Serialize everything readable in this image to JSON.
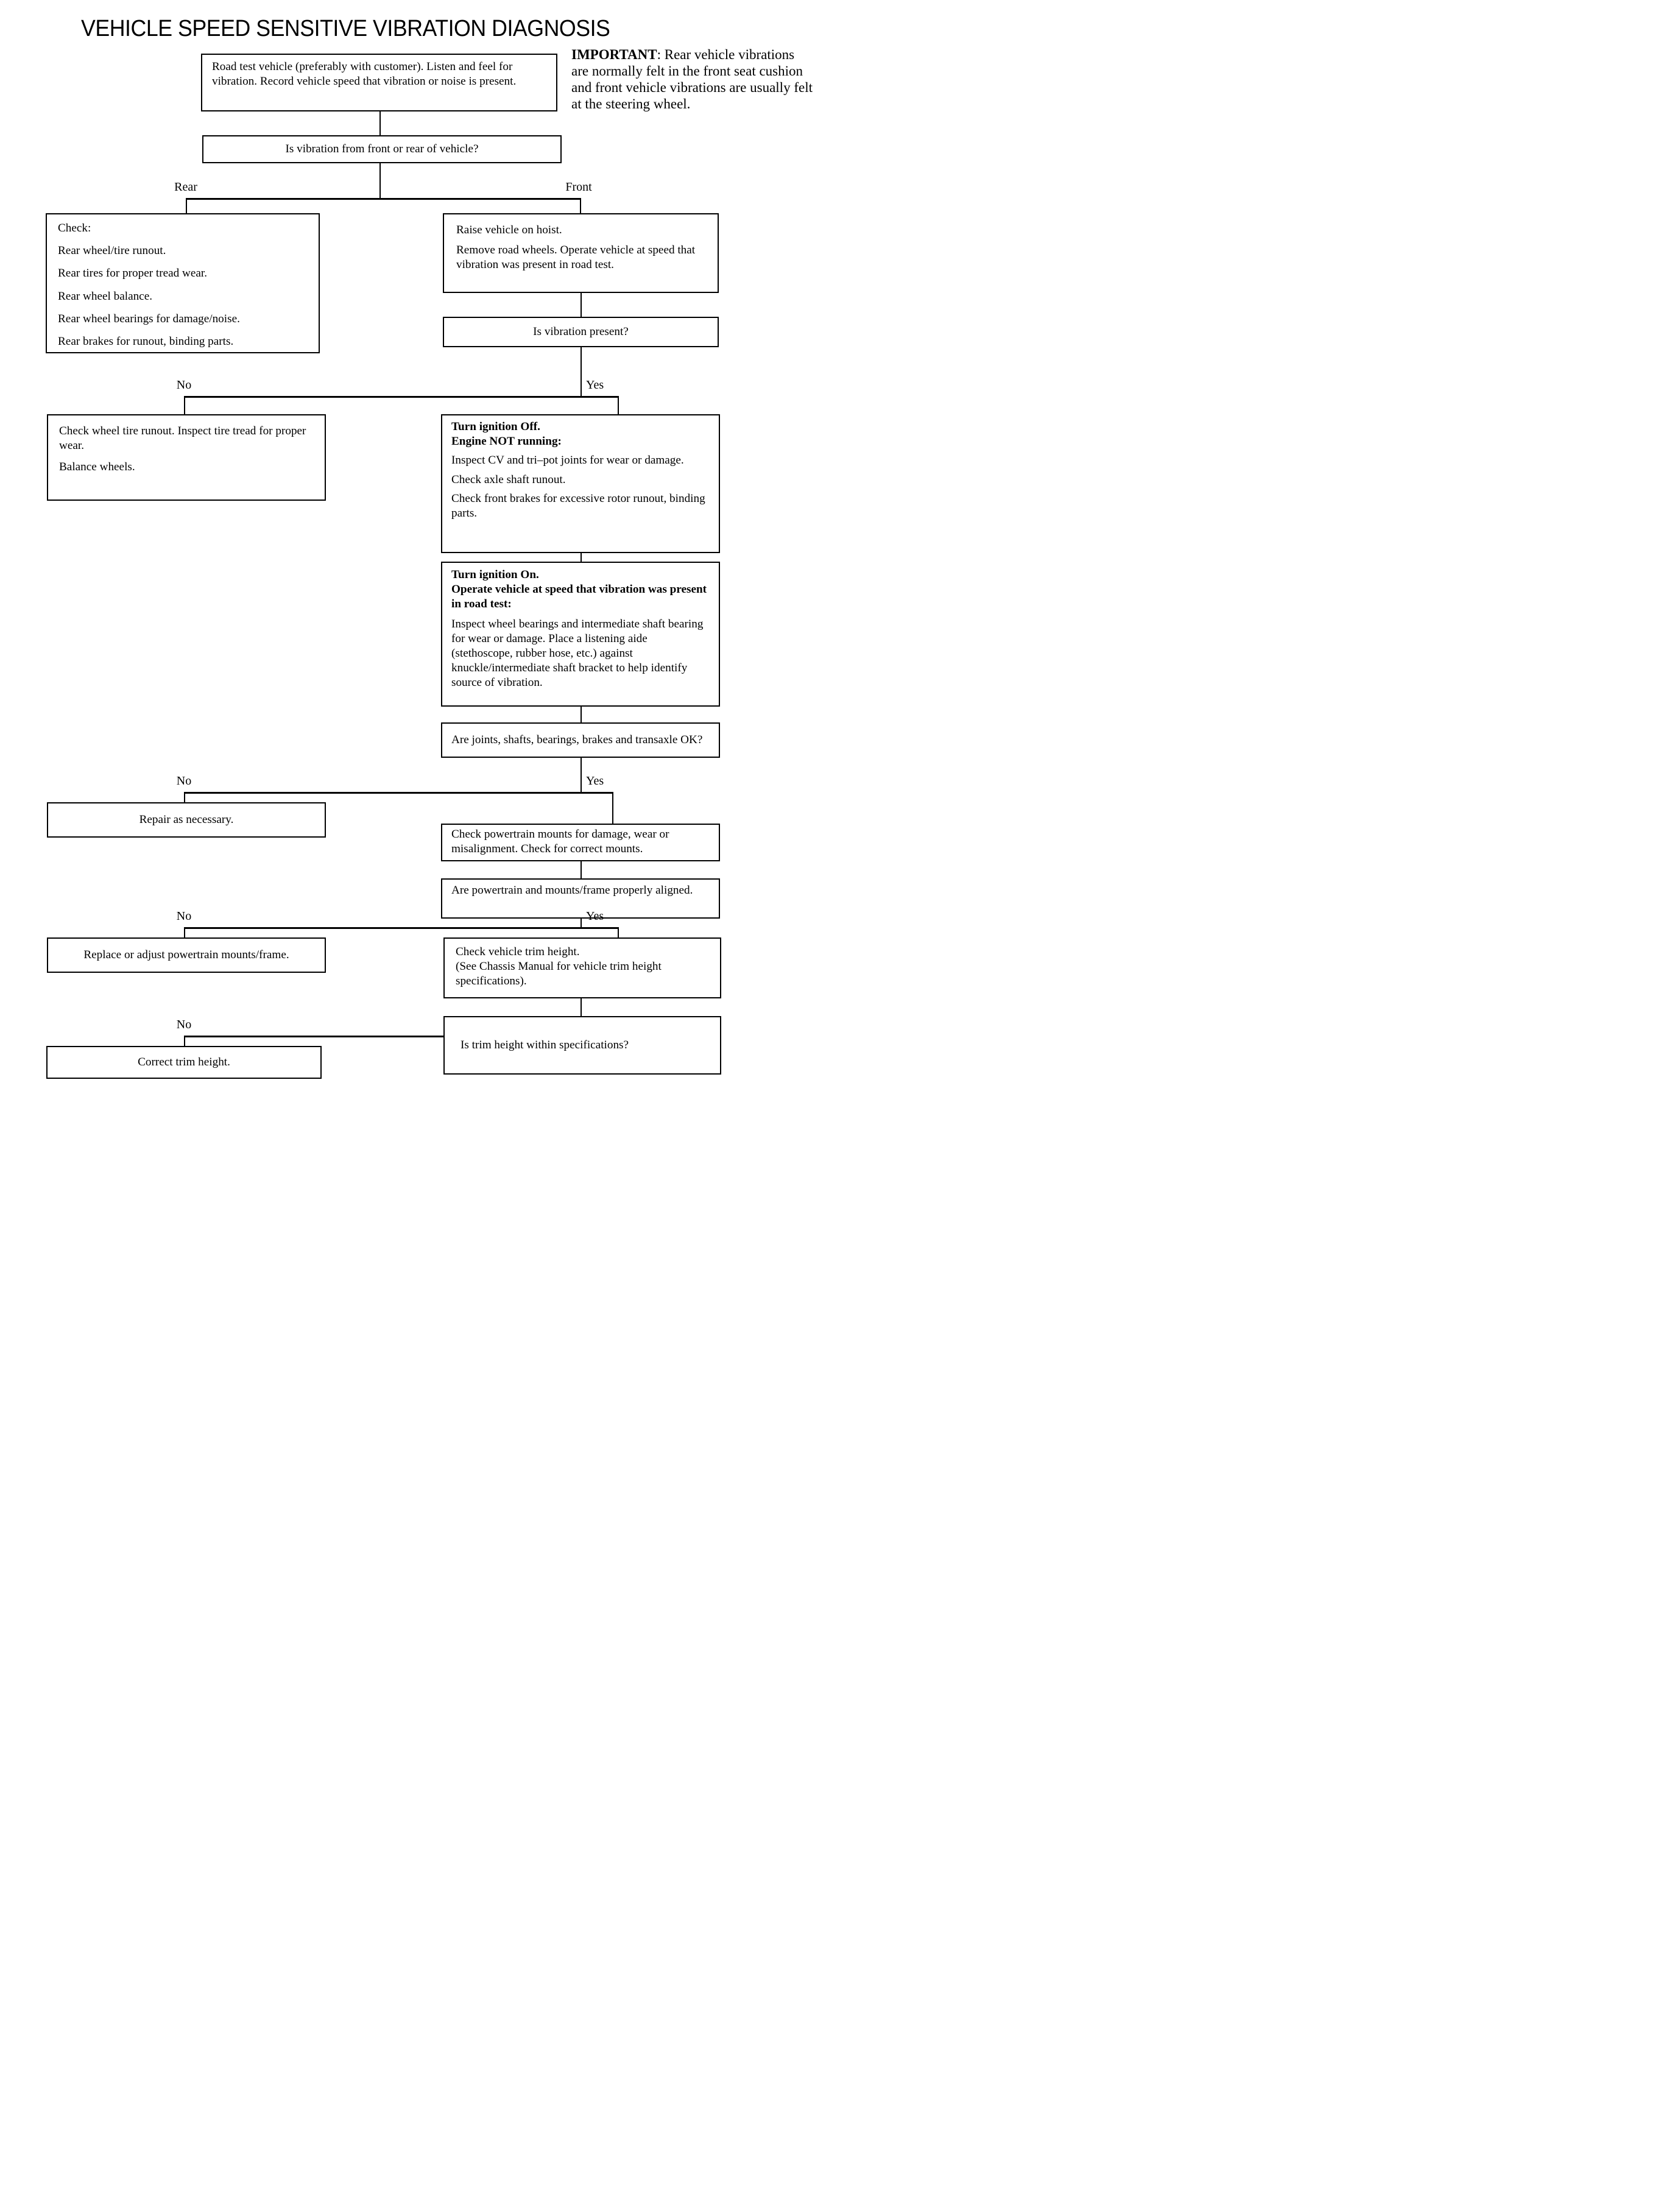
{
  "title": "VEHICLE SPEED SENSITIVE VIBRATION DIAGNOSIS",
  "important": {
    "label": "IMPORTANT",
    "text": ":  Rear vehicle vibrations are normally felt in the front seat cushion and front vehicle vibrations are usually felt at the steering wheel."
  },
  "branch_labels": {
    "rear": "Rear",
    "front": "Front",
    "yes": "Yes",
    "no": "No"
  },
  "nodes": {
    "road_test": {
      "text": "Road test vehicle (preferably with customer). Listen and feel for vibration. Record vehicle speed that vibration or noise is present."
    },
    "front_or_rear": {
      "text": "Is vibration from front or rear of vehicle?"
    },
    "rear_checks": {
      "heading": "Check:",
      "items": [
        "Rear wheel/tire runout.",
        "Rear tires for proper tread wear.",
        "Rear wheel balance.",
        "Rear wheel bearings for damage/noise.",
        "Rear brakes for runout, binding parts."
      ]
    },
    "raise_hoist": {
      "p1": "Raise vehicle on hoist.",
      "p2": "Remove road wheels. Operate vehicle at speed that vibration was present in road test."
    },
    "vibration_present": {
      "text": "Is vibration present?"
    },
    "wheel_runout": {
      "p1": "Check wheel tire runout. Inspect tire tread for proper wear.",
      "p2": "Balance wheels."
    },
    "ignition_off": {
      "h1": "Turn ignition Off.",
      "h2": "Engine NOT running:",
      "p1": "Inspect CV and tri–pot joints for wear or damage.",
      "p2": "Check axle shaft runout.",
      "p3": "Check front brakes for excessive rotor runout, binding parts."
    },
    "ignition_on": {
      "h1": "Turn ignition On.",
      "h2": "Operate vehicle at speed that vibration was present in road test:",
      "p1": "Inspect wheel bearings and intermediate shaft bearing for wear or damage. Place a listening aide (stethoscope, rubber hose, etc.) against knuckle/intermediate shaft bracket to help identify source of vibration."
    },
    "joints_ok": {
      "text": "Are joints, shafts, bearings, brakes and transaxle OK?"
    },
    "repair": {
      "text": "Repair as necessary."
    },
    "mounts_check": {
      "text": "Check powertrain mounts for damage, wear or misalignment. Check for correct mounts."
    },
    "mounts_aligned": {
      "text": "Are powertrain and mounts/frame properly aligned."
    },
    "replace_mounts": {
      "text": "Replace or adjust powertrain mounts/frame."
    },
    "trim_height": {
      "p1": "Check vehicle trim height.",
      "p2": "(See Chassis Manual for vehicle trim height specifications)."
    },
    "trim_in_spec": {
      "text": "Is trim height within specifications?"
    },
    "correct_trim": {
      "text": "Correct trim height."
    }
  }
}
